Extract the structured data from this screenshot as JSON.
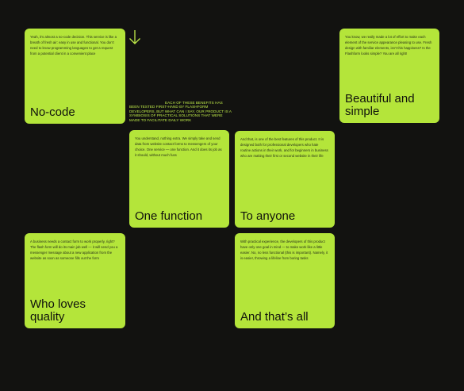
{
  "colors": {
    "background": "#121210",
    "card": "#b4e53a",
    "accent_text": "#c2ee4a"
  },
  "arrow_icon": "arrow-down-icon",
  "tagline": "Each of these benefits has been tested first-hand by Flashform developers, but what can I say, our product is a symbiosis of practical solutions that were made to facilitate daily work",
  "cards": {
    "nocode": {
      "body": "Yeah, it's almost a no-code decision. This service is like a breath of fresh air: easy in use and functional. You don't need to know programming languages to get a request from a potential client in a convenient place",
      "title": "No-code"
    },
    "beautiful": {
      "body": "You know, we really made a lot of effort to make each element of the service appearance pleasing to use. Fresh design with familiar elements, isn't this happiness? Is the Flashform looks simple? You are all right!",
      "title_line1": "Beautiful and",
      "title_line2": "simple"
    },
    "onefunction": {
      "body": "You understand, nothing extra. We simply take and send data from website contact forms to messengers of your choice. One service — one function. And it does its job as it should, without much fuss",
      "title": "One function"
    },
    "anyone": {
      "body": "And that, is one of the best features of this product. It is designed both for professional developers who hate routine actions in their work, and for beginners in business who are making their first or second website in their life",
      "title": "To anyone"
    },
    "wholoves": {
      "body": "A business needs a contact form to work properly, right? The flash form will do its main job well — it will send you a messenger message about a new application from the website as soon as someone fills out the form",
      "title_line1": "Who loves",
      "title_line2": "quality"
    },
    "thatsall": {
      "body": "With practical experience, the developers of this product have only one goal in mind — to make work like a little easier. No, no less functional (this is important). Namely, it is easier, throwing a lifeline from boring tasks",
      "title": "And that’s all"
    }
  }
}
